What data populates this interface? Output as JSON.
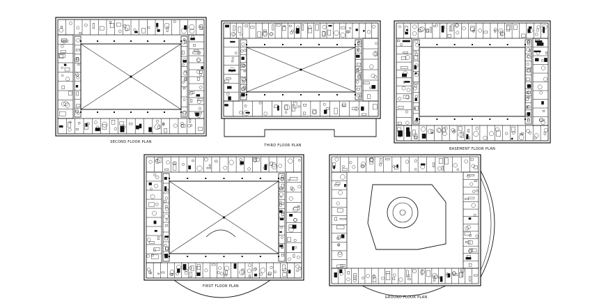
{
  "sheet": {
    "plans": [
      {
        "id": "second",
        "label": "SECOND FLOOR PLAN"
      },
      {
        "id": "third",
        "label": "THIRD FLOOR PLAN"
      },
      {
        "id": "basement",
        "label": "BASEMENT FLOOR PLAN"
      },
      {
        "id": "first",
        "label": "FIRST FLOOR PLAN"
      },
      {
        "id": "ground",
        "label": "GROUND FLOOR PLAN"
      }
    ]
  },
  "colors": {
    "line": "#111111",
    "background": "#ffffff"
  }
}
